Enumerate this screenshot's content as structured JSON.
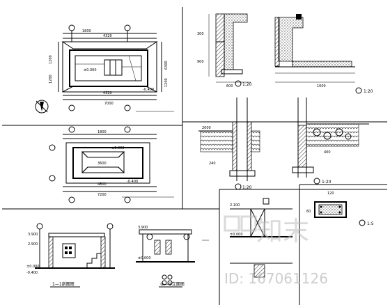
{
  "sheet": {
    "panels": {
      "site_plan": {
        "dims_top": [
          "1800",
          "4320"
        ],
        "dims_bottom": [
          "4320",
          "7000"
        ],
        "dims_left": [
          "1200",
          "1200"
        ],
        "dims_right": [
          "6300",
          "1200"
        ],
        "marks": [
          "±0.000",
          "-0.400"
        ]
      },
      "floor_plan": {
        "dims": [
          "1800",
          "3600",
          "4800",
          "7200"
        ],
        "marks": [
          "±0.000",
          "-0.400"
        ]
      },
      "section_1_1": {
        "marks": [
          "3.900",
          "2.900",
          "±0.000",
          "-0.400"
        ],
        "title": "1—1剖面图"
      },
      "elevation": {
        "marks": [
          "3.900",
          "±0.000"
        ],
        "title": "①—②立面图"
      },
      "wall_detail_top": {
        "scale": "1:20",
        "dims": [
          "300",
          "900",
          "600",
          "1000"
        ]
      },
      "wall_detail_mid": {
        "scale": "1:20",
        "dims": [
          "240",
          "2000",
          "400"
        ]
      },
      "beam_section": {
        "scale": "1:5",
        "dims": [
          "120",
          "60"
        ]
      },
      "door_detail": {
        "marks": [
          "2.100",
          "±0.000"
        ]
      }
    }
  },
  "watermark": {
    "brand": "知末",
    "id_text": "ID: 167061126"
  }
}
